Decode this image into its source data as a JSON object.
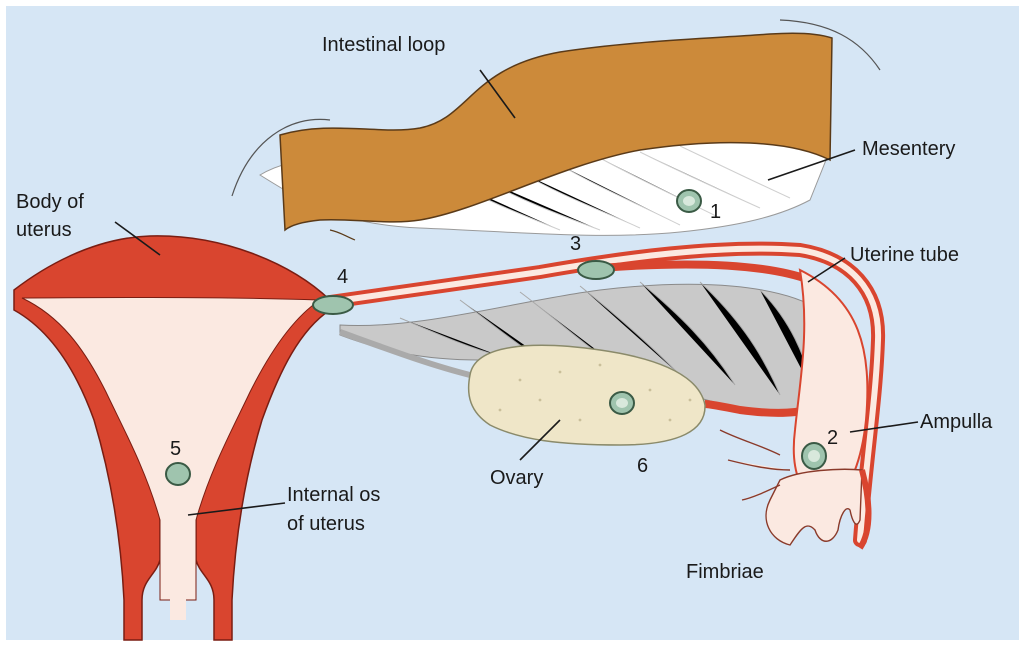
{
  "colors": {
    "background": "#d6e6f5",
    "uterus_wall": "#d9452f",
    "uterus_cavity": "#fbe9e1",
    "intestine": "#cc8a3a",
    "mesentery": "#ffffff",
    "ovary": "#efe6c8",
    "ovary_ligament": "#c9c9c9",
    "embryo": "#9fc4ae"
  },
  "labels": {
    "intestinal_loop": "Intestinal loop",
    "mesentery": "Mesentery",
    "body_of_uterus_line1": "Body of",
    "body_of_uterus_line2": "uterus",
    "uterine_tube": "Uterine tube",
    "ampulla": "Ampulla",
    "internal_os_line1": "Internal os",
    "internal_os_line2": "of uterus",
    "ovary": "Ovary",
    "fimbriae": "Fimbriae"
  },
  "sites": {
    "s1": "1",
    "s2": "2",
    "s3": "3",
    "s4": "4",
    "s5": "5",
    "s6": "6"
  }
}
